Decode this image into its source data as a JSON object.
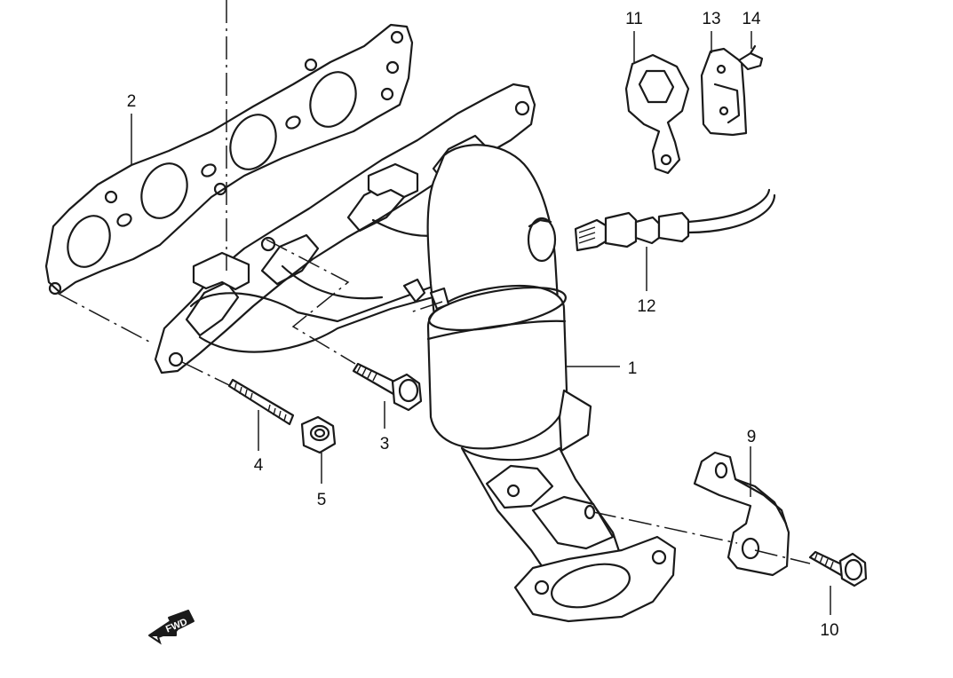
{
  "diagram": {
    "callouts": {
      "c1": "1",
      "c2": "2",
      "c3": "3",
      "c4": "4",
      "c5": "5",
      "c9": "9",
      "c10": "10",
      "c11": "11",
      "c12": "12",
      "c13": "13",
      "c14": "14"
    },
    "direction_label": "FWD"
  },
  "colors": {
    "line": "#1a1a1a",
    "background": "#ffffff"
  }
}
